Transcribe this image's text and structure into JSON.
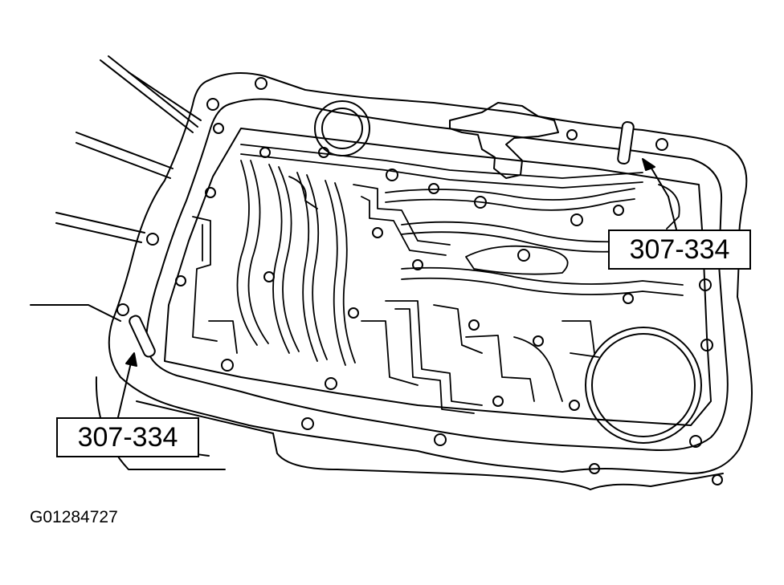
{
  "diagram": {
    "callouts": [
      {
        "id": "right",
        "label": "307-334"
      },
      {
        "id": "left",
        "label": "307-334"
      }
    ],
    "figure_id": "G01284727"
  },
  "colors": {
    "line": "#000000",
    "background": "#ffffff"
  }
}
